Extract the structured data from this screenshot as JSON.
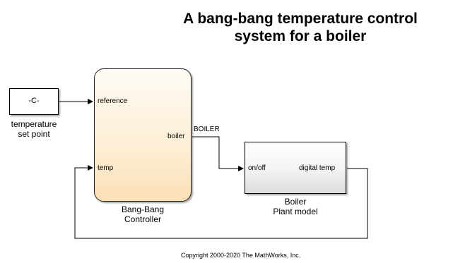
{
  "title": {
    "line1": "A bang-bang temperature control",
    "line2": "system for a boiler"
  },
  "blocks": {
    "constant": {
      "value": "-C-",
      "caption_line1": "temperature",
      "caption_line2": "set point"
    },
    "controller": {
      "input_port_1": "reference",
      "input_port_2": "temp",
      "output_port": "boiler",
      "caption_line1": "Bang-Bang",
      "caption_line2": "Controller"
    },
    "plant": {
      "input_port": "on/off",
      "output_port": "digital temp",
      "caption_line1": "Boiler",
      "caption_line2": "Plant model"
    }
  },
  "signals": {
    "boiler_signal_label": "BOILER"
  },
  "footer": {
    "copyright": "Copyright 2000-2020 The MathWorks, Inc."
  },
  "colors": {
    "chart_fill_top": "#fefbf4",
    "chart_fill_bottom": "#fbe0b6",
    "plant_fill_bottom": "#dcdcdc",
    "wire": "#000000"
  }
}
